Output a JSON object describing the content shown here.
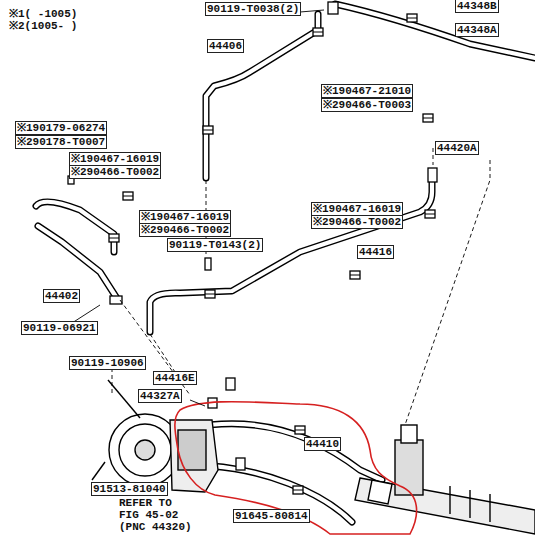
{
  "diagram": {
    "labels": [
      "90119-T0038(2)",
      "44348B",
      "44348A",
      "※1( -1005)",
      "※2(1005- )",
      "44406",
      "※190467-21010",
      "※290466-T0003",
      "※190179-06274",
      "※290178-T0007",
      "※190467-16019",
      "※290466-T0002",
      "44420A",
      "※190467-16019",
      "※290466-T0002",
      "※190467-16019",
      "※290466-T0002",
      "90119-T0143(2)",
      "44416",
      "44402",
      "90119-06921",
      "90119-10906",
      "44416E",
      "44327A",
      "44410",
      "91513-81040",
      "REFER TO",
      "FIG 45-02",
      "(PNC 44320)",
      "91645-80814"
    ]
  }
}
